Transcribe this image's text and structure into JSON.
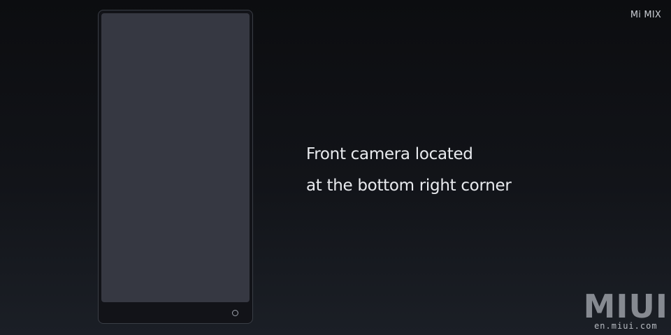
{
  "header": {
    "product_name": "Mi MIX"
  },
  "main": {
    "headline_lines": [
      "Front camera located",
      "at the bottom right corner"
    ]
  },
  "watermark": {
    "logo_text": "MIUI",
    "url": "en.miui.com"
  },
  "colors": {
    "background_top": "#0c0d10",
    "background_bottom": "#1b1f26",
    "screen": "#363842",
    "text": "#e9ebef"
  },
  "icons": {
    "camera": "front-camera-icon"
  }
}
